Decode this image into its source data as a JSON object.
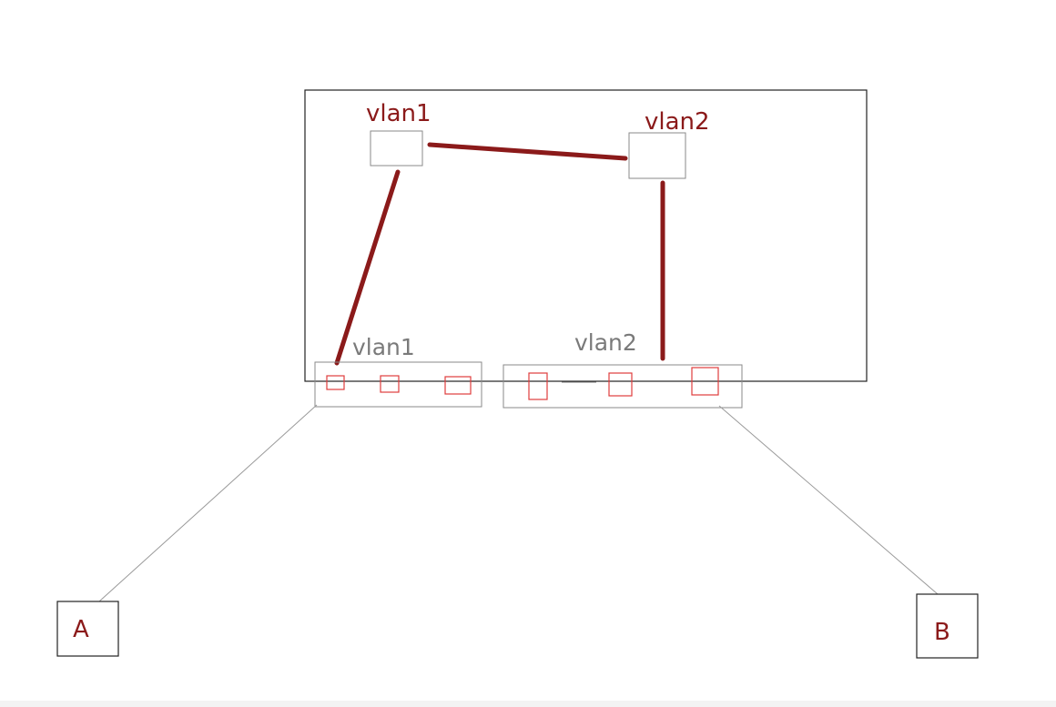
{
  "colors": {
    "accent": "#8b1a1a",
    "port": "#e03c3c",
    "frame": "#222222",
    "light_frame": "#8a8a8a",
    "label_grey": "#7a7a7a"
  },
  "labels": {
    "switch_vlan1": "vlan1",
    "switch_vlan2": "vlan2",
    "group_vlan1": "vlan1",
    "group_vlan2": "vlan2",
    "host_a": "A",
    "host_b": "B"
  }
}
